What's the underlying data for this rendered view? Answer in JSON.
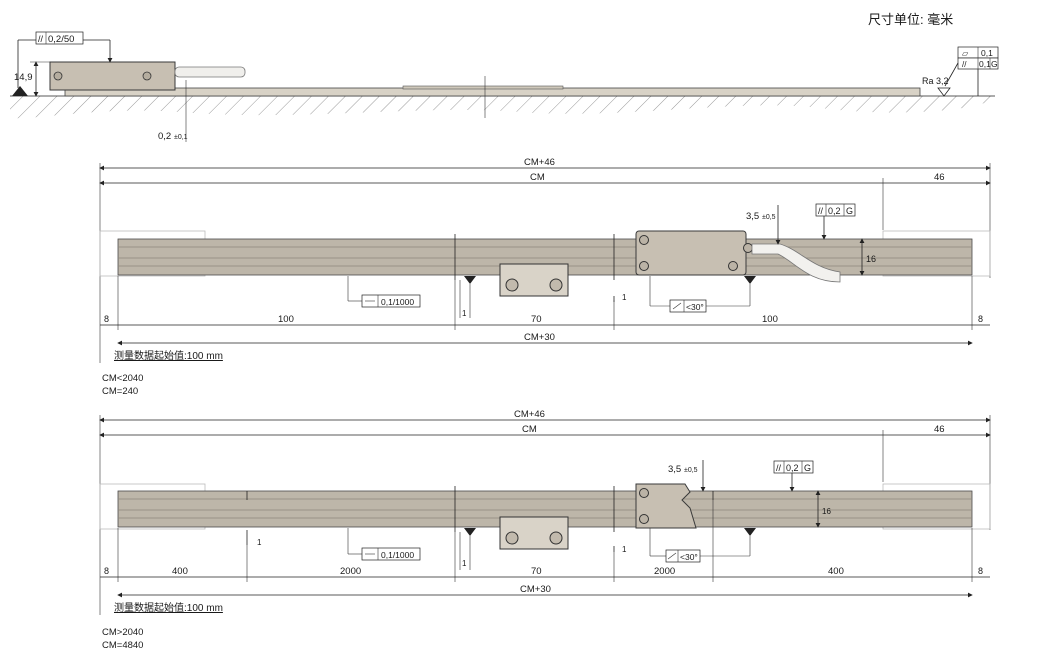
{
  "unit_note": "尺寸单位: 毫米",
  "side_view": {
    "flatness_tol": "0,2/50",
    "height": "14,9",
    "gap": "0,2",
    "gap_tol": "±0,1",
    "parallel_top": "0,1",
    "parallel_bottom": "0,1",
    "datum_g": "G",
    "roughness": "Ra 3,2"
  },
  "view1": {
    "overall": "CM+46",
    "cm": "CM",
    "end_right": "46",
    "offset": "3,5",
    "offset_tol": "±0,5",
    "parallel": "0,2",
    "datum": "G",
    "height": "16",
    "flatness": "0,1/1000",
    "dim_one_a": "1",
    "dim_one_b": "1",
    "angle": "<30°",
    "left_end": "8",
    "seg1": "100",
    "seg2": "70",
    "seg3": "100",
    "right_end": "8",
    "total": "CM+30",
    "start_note": "测量数据起始值:100 mm",
    "cond1": "CM<2040",
    "cond2": "CM=240"
  },
  "view2": {
    "overall": "CM+46",
    "cm": "CM",
    "end_right": "46",
    "offset": "3,5",
    "offset_tol": "±0,5",
    "parallel": "0,2",
    "datum": "G",
    "height": "16",
    "flatness": "0,1/1000",
    "dim_one_a": "1",
    "dim_one_b": "1",
    "dim_one_c": "1",
    "angle": "<30°",
    "left_end": "8",
    "seg1": "400",
    "seg2": "2000",
    "seg3": "70",
    "seg4": "2000",
    "seg5": "400",
    "right_end": "8",
    "total": "CM+30",
    "start_note": "测量数据起始值:100 mm",
    "cond1": "CM>2040",
    "cond2": "CM=4840"
  }
}
